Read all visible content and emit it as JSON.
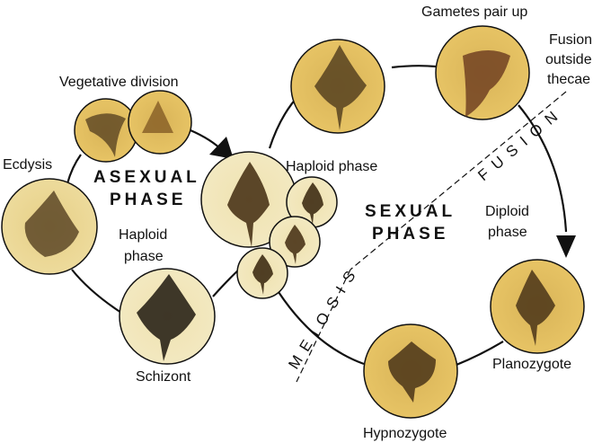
{
  "labels": {
    "vegetative_division": "Vegetative division",
    "ecdysis": "Ecdysis",
    "asexual_line1": "ASEXUAL",
    "asexual_line2": "PHASE",
    "haploid_phase_left_line1": "Haploid",
    "haploid_phase_left_line2": "phase",
    "schizont": "Schizont",
    "haploid_phase_center": "Haploid phase",
    "gametes_pair_up": "Gametes pair up",
    "fusion_outside_line1": "Fusion",
    "fusion_outside_line2": "outside",
    "fusion_outside_line3": "thecae",
    "fusion_transition": "FUSION",
    "sexual_line1": "SEXUAL",
    "sexual_line2": "PHASE",
    "diploid_phase_line1": "Diploid",
    "diploid_phase_line2": "phase",
    "meiosis_transition": "MEIOSIS",
    "planozygote": "Planozygote",
    "hypnozygote": "Hypnozygote"
  },
  "colors": {
    "bright_micrograph": "#e9c76a",
    "pale_micrograph": "#f1e6b8",
    "cell_dark": "#4a3418",
    "outline": "#111111"
  }
}
